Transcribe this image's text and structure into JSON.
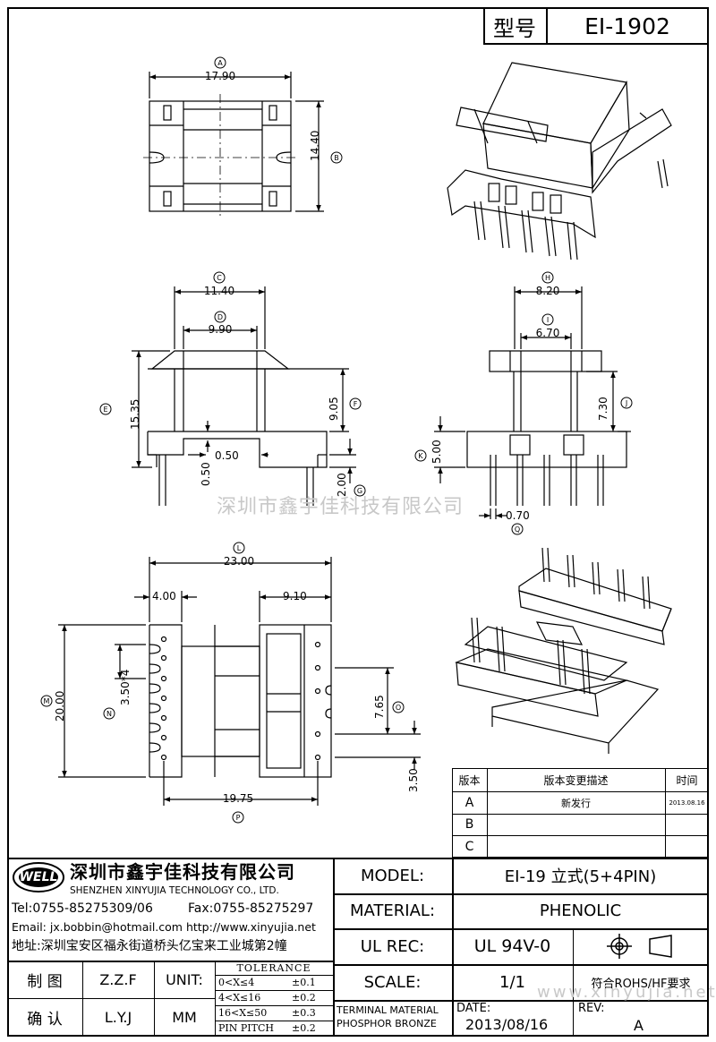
{
  "header": {
    "type_label": "型号",
    "model_code": "EI-1902"
  },
  "dims": {
    "A": "17.90",
    "B": "14.40",
    "C": "11.40",
    "D": "9.90",
    "E": "15.35",
    "F": "9.05",
    "G": "2.00",
    "gap": "0.50",
    "gap_v": "0.50",
    "H": "8.20",
    "I": "6.70",
    "J": "7.30",
    "K": "5.00",
    "Q": "0.70",
    "L": "23.00",
    "left_w": "4.00",
    "right_w": "9.10",
    "M": "20.00",
    "N": "3.50*4",
    "O": "7.65",
    "R": "3.50",
    "P": "19.75"
  },
  "letters": [
    "A",
    "B",
    "C",
    "D",
    "E",
    "F",
    "G",
    "H",
    "I",
    "J",
    "K",
    "Q",
    "L",
    "M",
    "N",
    "O",
    "P"
  ],
  "watermark": {
    "center": "深圳市鑫宇佳科技有限公司",
    "corner": "www.xinyujia.net"
  },
  "revision": {
    "headers": [
      "版本",
      "版本变更描述",
      "时间"
    ],
    "rows": [
      {
        "ver": "A",
        "desc": "新发行",
        "date": "2013.08.16"
      },
      {
        "ver": "B",
        "desc": "",
        "date": ""
      },
      {
        "ver": "C",
        "desc": "",
        "date": ""
      }
    ]
  },
  "company": {
    "logo_text": "WELL",
    "name_cn": "深圳市鑫宇佳科技有限公司",
    "name_en": "SHENZHEN XINYUJIA TECHNOLOGY CO., LTD.",
    "tel": "Tel:0755-85275309/06",
    "fax": "Fax:0755-85275297",
    "email": "Email: jx.bobbin@hotmail.com http://www.xinyujia.net",
    "address": "地址:深圳宝安区福永街道桥头亿宝来工业城第2幢"
  },
  "spec": {
    "model_label": "MODEL:",
    "model_value": "EI-19 立式(5+4PIN)",
    "material_label": "MATERIAL:",
    "material_value": "PHENOLIC",
    "ulrec_label": "UL REC:",
    "ulrec_value": "UL 94V-0",
    "scale_label": "SCALE:",
    "scale_value": "1/1",
    "rohs": "符合ROHS/HF要求",
    "date_label": "DATE:",
    "date_value": "2013/08/16",
    "rev_label": "REV:",
    "rev_value": "A",
    "terminal_line1": "TERMINAL MATERIAL",
    "terminal_line2": "PHOSPHOR BRONZE"
  },
  "signoff": {
    "draw_label": "制 图",
    "draw_name": "Z.Z.F",
    "check_label": "确 认",
    "check_name": "L.Y.J",
    "unit_label": "UNIT:",
    "unit_value": "MM"
  },
  "tolerance": {
    "title": "TOLERANCE",
    "rows": [
      {
        "range": "0<X≤4",
        "tol": "±0.1"
      },
      {
        "range": "4<X≤16",
        "tol": "±0.2"
      },
      {
        "range": "16<X≤50",
        "tol": "±0.3"
      },
      {
        "range": "PIN PITCH",
        "tol": "±0.2"
      }
    ]
  }
}
